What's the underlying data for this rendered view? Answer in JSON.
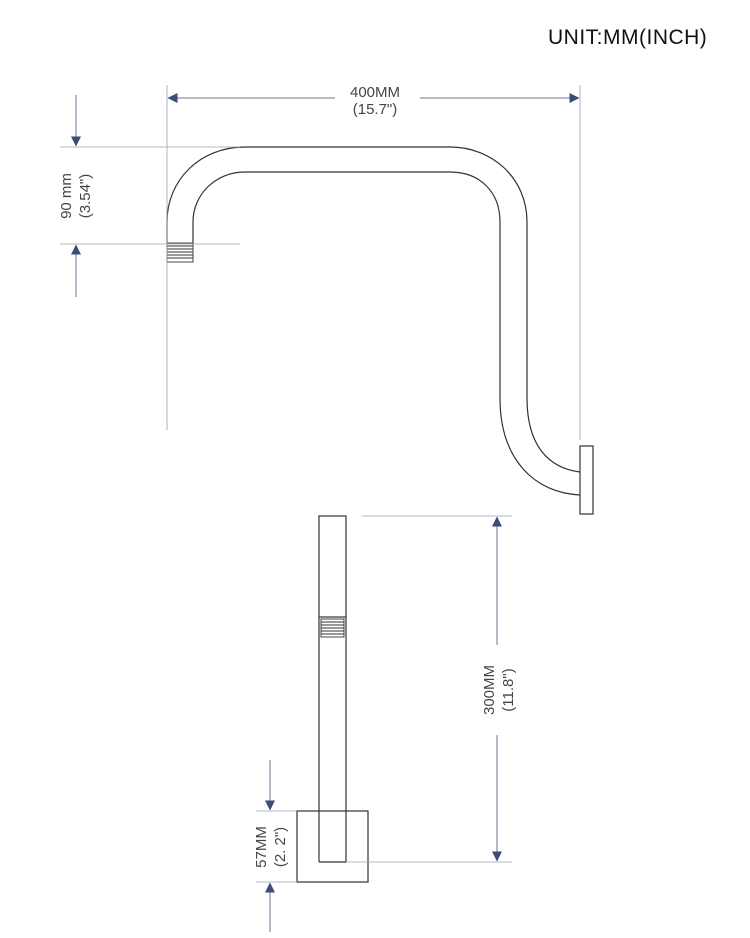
{
  "unit_label": "UNIT:MM(INCH)",
  "dimensions": {
    "width_mm": "400MM",
    "width_in": "(15.7\")",
    "drop_mm": "90 mm",
    "drop_in": "(3.54\")",
    "length_mm": "300MM",
    "length_in": "(11.8\")",
    "flange_mm": "57MM",
    "flange_in": "(2. 2\")"
  },
  "colors": {
    "outline": "#333333",
    "dimension_line": "#9aa0b0",
    "arrow": "#3e4a78"
  }
}
